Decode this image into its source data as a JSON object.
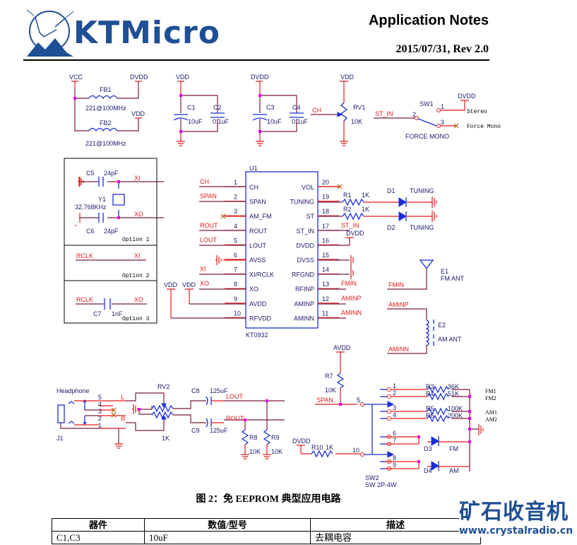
{
  "header": {
    "brand": "KTMicro",
    "title": "Application Notes",
    "revision": "2015/07/31, Rev 2.0"
  },
  "schematic": {
    "power": {
      "vcc": "VCC",
      "dvdd": "DVDD",
      "vdd": "VDD",
      "avdd": "AVDD"
    },
    "fb1": {
      "ref": "FB1",
      "value": "221@100MHz"
    },
    "fb2": {
      "ref": "FB2",
      "value": "221@100MHz"
    },
    "c1": {
      "ref": "C1",
      "value": "10uF"
    },
    "c2": {
      "ref": "C2",
      "value": "0.1uF"
    },
    "c3": {
      "ref": "C3",
      "value": "10uF"
    },
    "c4": {
      "ref": "C4",
      "value": "0.1uF"
    },
    "rv1": {
      "ref": "RV1",
      "value": "10K",
      "net": "CH"
    },
    "sw1": {
      "ref": "SW1",
      "title": "FORCE MONO",
      "net": "ST_IN",
      "pin1": "1",
      "pin2": "2",
      "pin3": "3",
      "stereo": "Stereo",
      "force_mono": "Force Mono"
    },
    "clock_options": [
      {
        "label": "Option 1",
        "c5": "C5",
        "c5_value": "24pF",
        "c6": "C6",
        "c6_value": "24pF",
        "y1": "Y1",
        "y1_value": "32.768KHz",
        "xi": "XI",
        "xo": "XO"
      },
      {
        "label": "Option 2",
        "net": "RCLK",
        "out": "XI"
      },
      {
        "label": "Option 3",
        "net": "RCLK",
        "out": "XO",
        "c7": "C7",
        "c7_value": "1nF"
      }
    ],
    "u1": {
      "ref": "U1",
      "part": "KT0932",
      "left_pins": [
        {
          "num": "1",
          "name": "CH",
          "net": "CH"
        },
        {
          "num": "2",
          "name": "SPAN",
          "net": "SPAN"
        },
        {
          "num": "3",
          "name": "AM_FM",
          "net": ""
        },
        {
          "num": "4",
          "name": "ROUT",
          "net": "ROUT"
        },
        {
          "num": "5",
          "name": "LOUT",
          "net": "LOUT"
        },
        {
          "num": "6",
          "name": "AVSS",
          "net": ""
        },
        {
          "num": "7",
          "name": "XI/RCLK",
          "net": "XI"
        },
        {
          "num": "8",
          "name": "XO",
          "net": "XO"
        },
        {
          "num": "9",
          "name": "AVDD",
          "net": ""
        },
        {
          "num": "10",
          "name": "RFVDD",
          "net": ""
        }
      ],
      "right_pins": [
        {
          "num": "20",
          "name": "VOL",
          "net": ""
        },
        {
          "num": "19",
          "name": "TUNING",
          "net": ""
        },
        {
          "num": "18",
          "name": "ST",
          "net": ""
        },
        {
          "num": "17",
          "name": "ST_IN",
          "net": "ST_IN"
        },
        {
          "num": "16",
          "name": "DVDD",
          "net": ""
        },
        {
          "num": "15",
          "name": "DVSS",
          "net": ""
        },
        {
          "num": "14",
          "name": "RFGND",
          "net": ""
        },
        {
          "num": "13",
          "name": "RFINP",
          "net": "FMIN"
        },
        {
          "num": "12",
          "name": "AMINP",
          "net": "AMINP"
        },
        {
          "num": "11",
          "name": "AMINN",
          "net": "AMINN"
        }
      ]
    },
    "r1": {
      "ref": "R1",
      "value": "1K"
    },
    "r2": {
      "ref": "R2",
      "value": "1K"
    },
    "d1": {
      "ref": "D1",
      "label": "TUNING"
    },
    "d2": {
      "ref": "D2",
      "label": "TUNING"
    },
    "e1": {
      "ref": "E1",
      "label": "FM ANT",
      "net": "FMIN"
    },
    "e2": {
      "ref": "E2",
      "label": "AM ANT",
      "net_p": "AMINP",
      "net_n": "AMINN"
    },
    "j1": {
      "ref": "J1",
      "label": "Headphone",
      "pins": [
        "5",
        "4",
        "3",
        "2",
        "1"
      ],
      "l": "L",
      "r": "R"
    },
    "rv2": {
      "ref": "RV2",
      "value": "1K"
    },
    "c8": {
      "ref": "C8",
      "value": "125uF",
      "net": "LOUT"
    },
    "c9": {
      "ref": "C9",
      "value": "125uF",
      "net": "ROUT"
    },
    "r8": {
      "ref": "R8",
      "value": "10K"
    },
    "r9": {
      "ref": "R9",
      "value": "10K"
    },
    "r7": {
      "ref": "R7",
      "value": "10K",
      "net": "SPAN"
    },
    "r10": {
      "ref": "R10",
      "value": "1K"
    },
    "sw2": {
      "ref": "SW2",
      "part": "SW 2P-4W",
      "common1": "5",
      "common2": "10",
      "pins": [
        "1",
        "2",
        "3",
        "4",
        "6",
        "7",
        "8",
        "9"
      ]
    },
    "r3": {
      "ref": "R3",
      "value": "36K",
      "band": "FM1"
    },
    "r4": {
      "ref": "R4",
      "value": "51K",
      "band": "FM2"
    },
    "r5": {
      "ref": "R5",
      "value": "100K",
      "band": "AM1"
    },
    "r6": {
      "ref": "R6",
      "value": "200K",
      "band": "AM2"
    },
    "d3": {
      "ref": "D3",
      "label": "FM"
    },
    "d4": {
      "ref": "D4",
      "label": "AM"
    }
  },
  "caption": "图 2：免 EEPROM 典型应用电路",
  "bom": {
    "headers": [
      "器件",
      "数值/型号",
      "描述"
    ],
    "rows": [
      [
        "C1,C3",
        "10uF",
        "去耦电容"
      ]
    ]
  },
  "watermark": {
    "title": "矿石收音机",
    "url": "www.crystalradio.cn"
  }
}
